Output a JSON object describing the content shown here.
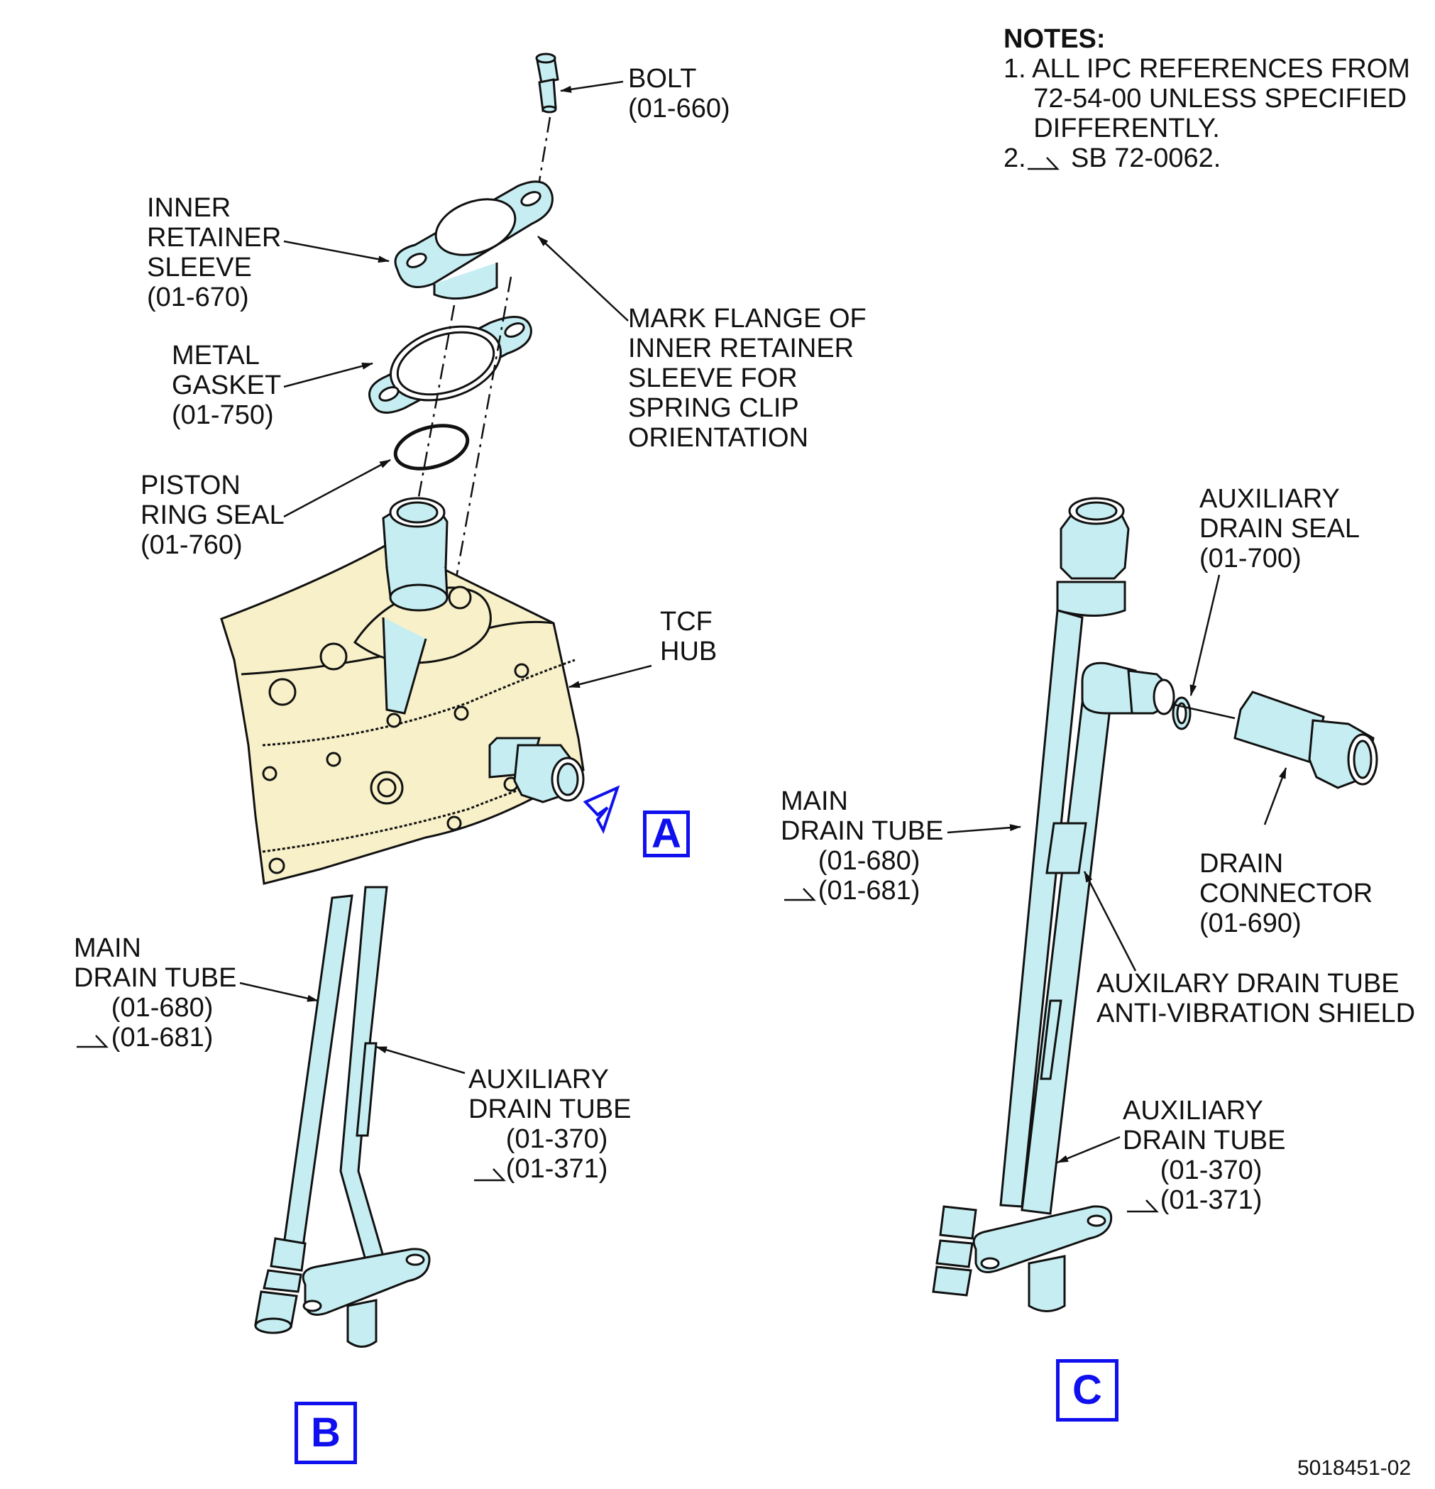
{
  "notes": {
    "title": "NOTES:",
    "items": [
      "1. ALL IPC REFERENCES FROM\n    72-54-00 UNLESS SPECIFIED\n    DIFFERENTLY.",
      "2.      SB 72-0062."
    ]
  },
  "labels": {
    "bolt": "BOLT\n(01-660)",
    "inner_retainer_sleeve": "INNER\nRETAINER\nSLEEVE\n(01-670)",
    "metal_gasket": "METAL\nGASKET\n(01-750)",
    "piston_ring_seal": "PISTON\nRING SEAL\n(01-760)",
    "mark_flange": "MARK FLANGE OF\nINNER RETAINER\nSLEEVE FOR\nSPRING CLIP\nORIENTATION",
    "tcf_hub": "TCF\nHUB",
    "main_drain_tube_left": "MAIN\nDRAIN TUBE\n     (01-680)\n     (01-681)",
    "aux_drain_tube_left": "AUXILIARY\nDRAIN TUBE\n     (01-370)\n     (01-371)",
    "aux_drain_seal": "AUXILIARY\nDRAIN SEAL\n(01-700)",
    "main_drain_tube_right": "MAIN\nDRAIN TUBE\n     (01-680)\n     (01-681)",
    "drain_connector": "DRAIN\nCONNECTOR\n(01-690)",
    "anti_vibration_shield": "AUXILARY DRAIN TUBE\nANTI-VIBRATION SHIELD",
    "aux_drain_tube_right": "AUXILIARY\nDRAIN TUBE\n     (01-370)\n     (01-371)"
  },
  "views": {
    "a": "A",
    "b": "B",
    "c": "C"
  },
  "figure_id": "5018451-02",
  "colors": {
    "tube_fill": "#c6eef2",
    "hub_fill": "#f7f0c8",
    "view_blue": "#1010ee",
    "line": "#111111"
  }
}
